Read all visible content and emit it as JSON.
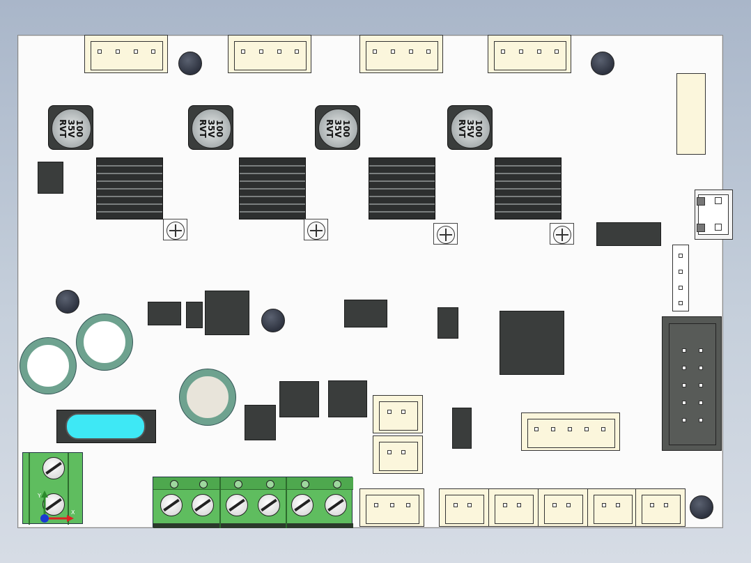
{
  "window": {
    "title": ""
  },
  "colors": {
    "background_gradient_top": "#a9b6c9",
    "board": "#fbfbfb",
    "connector": "#fbf6dc",
    "chip": "#3a3d3c",
    "ring": "#6ea28f",
    "terminal_green": "#5fbd5f",
    "crystal": "#3ee8f5"
  },
  "capacitors": [
    {
      "text": "100\n35V\nRVT"
    },
    {
      "text": "100\n35V\nRVT"
    },
    {
      "text": "100\n35V\nRVT"
    },
    {
      "text": "100\n35V\nRVT"
    }
  ],
  "triad_icon": {
    "x_label": "X",
    "y_label": "Y"
  }
}
